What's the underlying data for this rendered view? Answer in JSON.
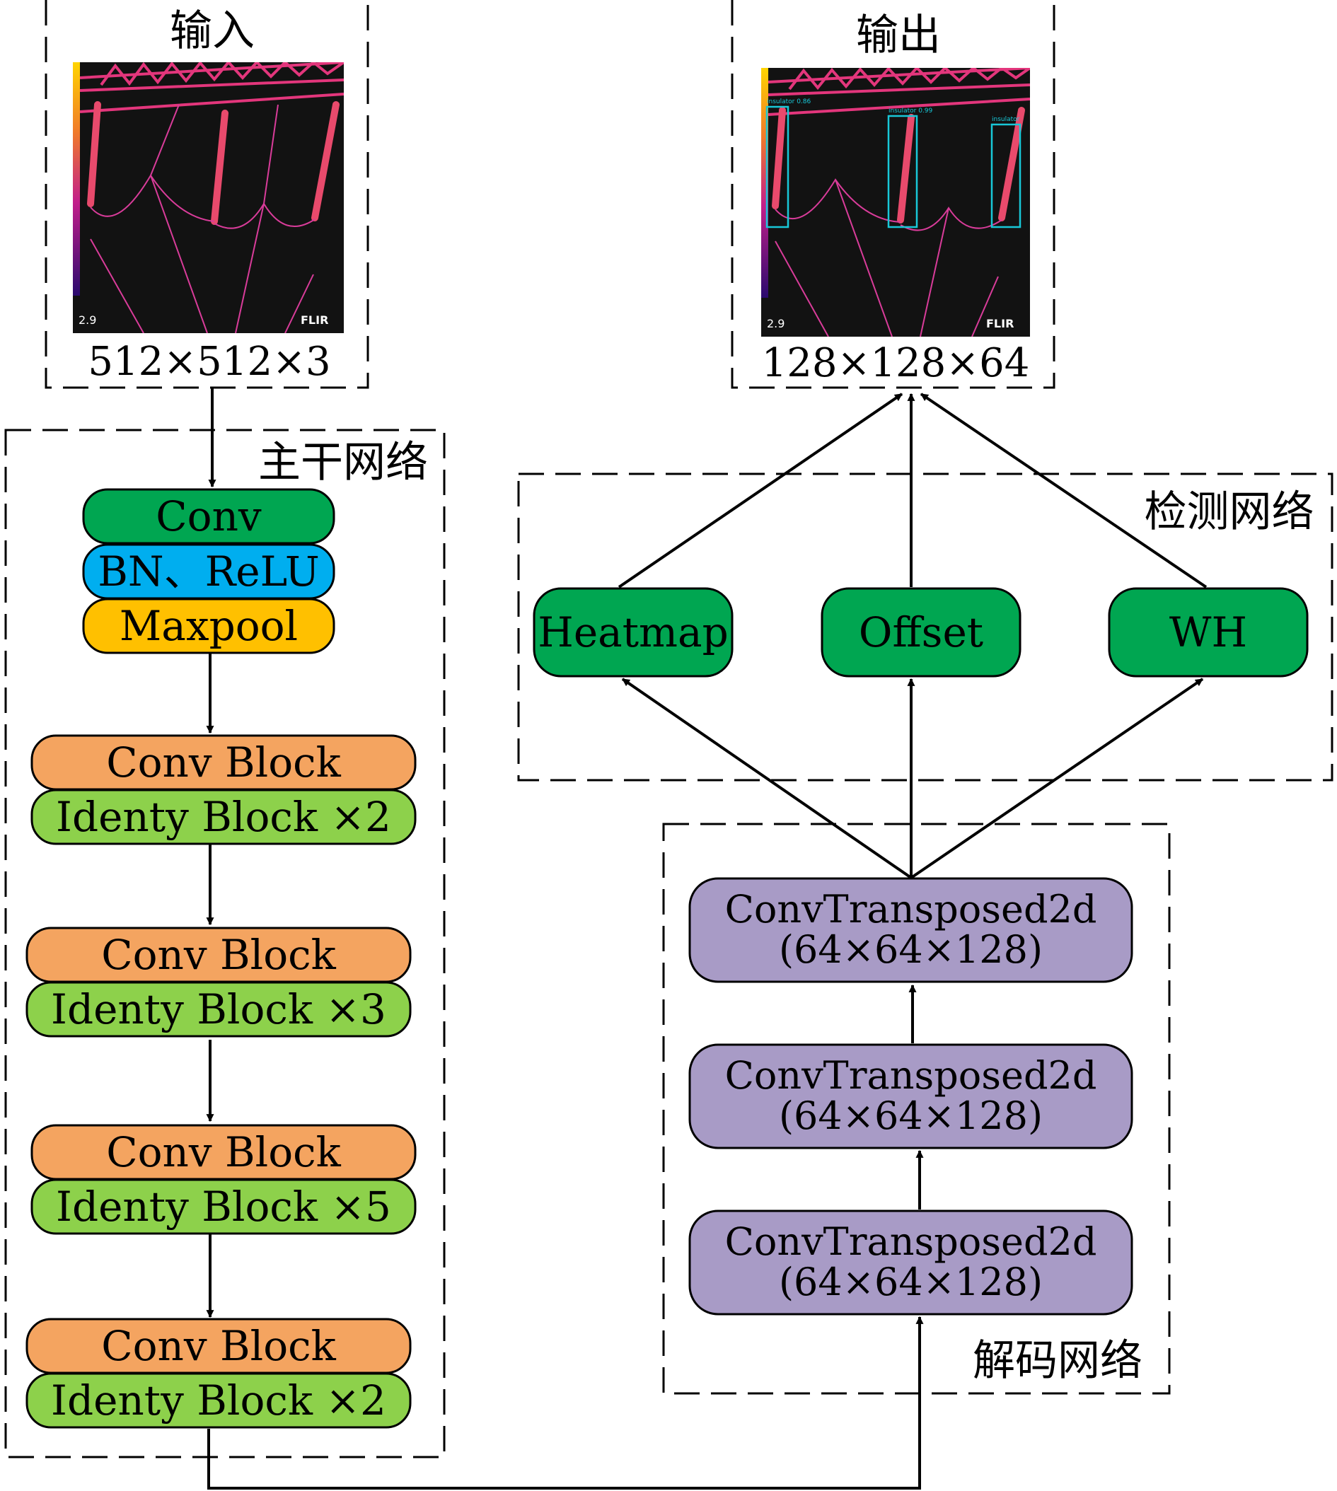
{
  "input": {
    "title": "输入",
    "dims": "512×512×3",
    "logo": "FLIR",
    "scale": "2.9"
  },
  "output": {
    "title": "输出",
    "dims": "128×128×64",
    "logo": "FLIR",
    "scale": "2.9",
    "detections": [
      "insulator 0.86",
      "insulator 0.99",
      "insulator"
    ]
  },
  "backbone": {
    "title": "主干网络",
    "stem": {
      "conv": "Conv",
      "bn": "BN、ReLU",
      "pool": "Maxpool"
    },
    "stages": [
      {
        "conv": "Conv Block",
        "identity": "Identy Block ×2"
      },
      {
        "conv": "Conv Block",
        "identity": "Identy Block ×3"
      },
      {
        "conv": "Conv Block",
        "identity": "Identy Block ×5"
      },
      {
        "conv": "Conv Block",
        "identity": "Identy Block ×2"
      }
    ]
  },
  "decoder": {
    "title": "解码网络",
    "layers": [
      {
        "name": "ConvTransposed2d",
        "dims": "(64×64×128)"
      },
      {
        "name": "ConvTransposed2d",
        "dims": "(64×64×128)"
      },
      {
        "name": "ConvTransposed2d",
        "dims": "(64×64×128)"
      }
    ]
  },
  "detection": {
    "title": "检测网络",
    "heads": [
      "Heatmap",
      "Offset",
      "WH"
    ]
  },
  "colors": {
    "green": "#00a651",
    "blue": "#00aeef",
    "yellow": "#ffc000",
    "orange": "#f4a460",
    "lightgreen": "#8dd14b",
    "purple": "#a89bc6",
    "thermal_bg": "#121212",
    "thermal_line": "#e3367c"
  }
}
